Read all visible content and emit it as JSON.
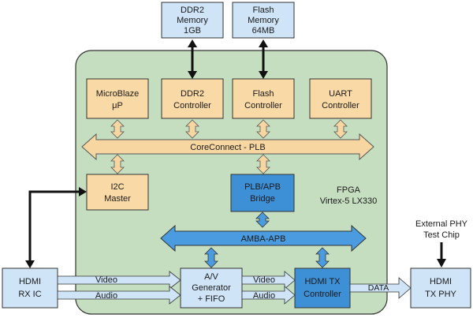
{
  "colors": {
    "fpga_fill": "#c6dec0",
    "fpga_stroke": "#333333",
    "light_blue": "#cfe4f7",
    "mid_blue": "#3d8fd6",
    "orange": "#f9d9a6",
    "orange_bus": "#f8d6a1",
    "blue_bus": "#4a9be0",
    "arrow": "#111111"
  },
  "blocks": {
    "ddr2_memory": [
      "DDR2",
      "Memory",
      "1GB"
    ],
    "flash_memory": [
      "Flash",
      "Memory",
      "64MB"
    ],
    "microblaze": [
      "MicroBlaze",
      "μP"
    ],
    "ddr2_controller": [
      "DDR2",
      "Controller"
    ],
    "flash_controller": [
      "Flash",
      "Controller"
    ],
    "uart_controller": [
      "UART",
      "Controller"
    ],
    "i2c_master": [
      "I2C",
      "Master"
    ],
    "plb_apb_bridge": [
      "PLB/APB",
      "Bridge"
    ],
    "av_generator": [
      "A/V",
      "Generator",
      "+ FIFO"
    ],
    "hdmi_tx_controller": [
      "HDMI TX",
      "Controller"
    ],
    "hdmi_rx_ic": [
      "HDMI",
      "RX IC"
    ],
    "hdmi_tx_phy": [
      "HDMI",
      "TX PHY"
    ]
  },
  "buses": {
    "coreconnect": "CoreConnect - PLB",
    "amba": "AMBA-APB"
  },
  "fpga_label": [
    "FPGA",
    "Virtex-5 LX330"
  ],
  "external_phy_label": [
    "External PHY",
    "Test Chip"
  ],
  "signals": {
    "video_in": "Video",
    "audio_in": "Audio",
    "video_out": "Video",
    "audio_out": "Audio",
    "data": "DATA"
  }
}
